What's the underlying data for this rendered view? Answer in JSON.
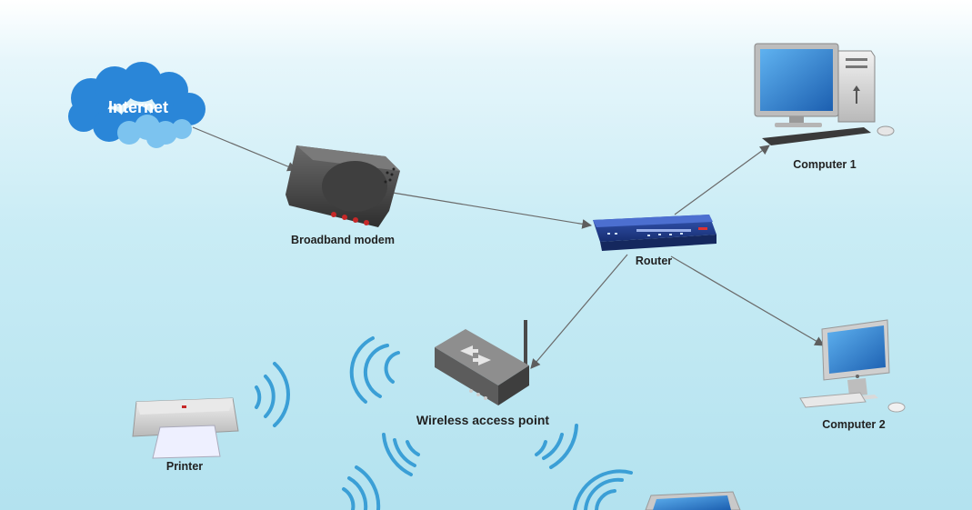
{
  "diagram": {
    "nodes": {
      "internet": {
        "label": "Internet",
        "icon": "cloud-icon"
      },
      "modem": {
        "label": "Broadband modem",
        "icon": "modem-icon"
      },
      "router": {
        "label": "Router",
        "icon": "router-icon"
      },
      "computer1": {
        "label": "Computer 1",
        "icon": "desktop-computer-icon"
      },
      "computer2": {
        "label": "Computer 2",
        "icon": "imac-icon"
      },
      "wap": {
        "label": "Wireless access point",
        "icon": "wireless-access-point-icon"
      },
      "printer": {
        "label": "Printer",
        "icon": "printer-icon"
      },
      "laptop": {
        "icon": "laptop-icon"
      }
    },
    "connections": [
      {
        "from": "internet",
        "to": "modem"
      },
      {
        "from": "modem",
        "to": "router"
      },
      {
        "from": "router",
        "to": "computer1"
      },
      {
        "from": "router",
        "to": "computer2"
      },
      {
        "from": "router",
        "to": "wap"
      }
    ],
    "colors": {
      "cloud": "#2a86d8",
      "wifi_signal": "#3b9fd6",
      "connector": "#6a6a6a",
      "router": "#1e3b8a",
      "screen": "#2f7fd0"
    }
  }
}
